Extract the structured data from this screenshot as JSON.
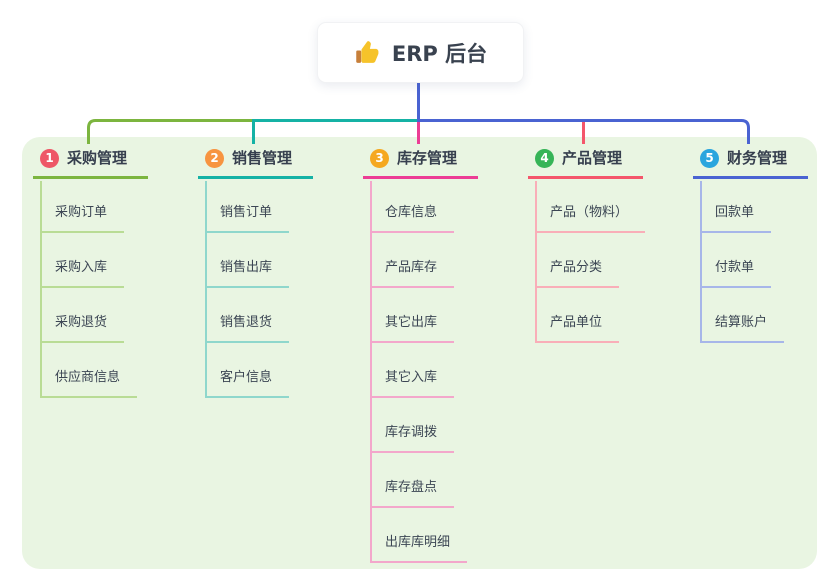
{
  "root": {
    "title": "ERP 后台",
    "icon": "thumbs-up-icon",
    "icon_color": "#f6c32a",
    "cuff_color": "#c77f3a"
  },
  "colors": {
    "canvas_bg": "#ffffff",
    "panel_bg": "#e9f5e2",
    "root_connector": "#4a63d2",
    "header_text": "#363f4e",
    "child_text": "#3c4654"
  },
  "branches": [
    {
      "badge": "1",
      "label": "采购管理",
      "badge_color": "#ee5767",
      "line_color": "#7cb53f",
      "light_color": "#b9dc95",
      "children": [
        "采购订单",
        "采购入库",
        "采购退货",
        "供应商信息"
      ]
    },
    {
      "badge": "2",
      "label": "销售管理",
      "badge_color": "#f79440",
      "line_color": "#15b2a5",
      "light_color": "#8fd7cc",
      "children": [
        "销售订单",
        "销售出库",
        "销售退货",
        "客户信息"
      ]
    },
    {
      "badge": "3",
      "label": "库存管理",
      "badge_color": "#f5a820",
      "line_color": "#ec3d95",
      "light_color": "#f3a7cb",
      "children": [
        "仓库信息",
        "产品库存",
        "其它出库",
        "其它入库",
        "库存调拨",
        "库存盘点",
        "出库库明细"
      ]
    },
    {
      "badge": "4",
      "label": "产品管理",
      "badge_color": "#36b457",
      "line_color": "#f4566b",
      "light_color": "#f9aeb8",
      "children": [
        "产品（物料）",
        "产品分类",
        "产品单位"
      ]
    },
    {
      "badge": "5",
      "label": "财务管理",
      "badge_color": "#2aa5de",
      "line_color": "#4a63d2",
      "light_color": "#a7b6e9",
      "children": [
        "回款单",
        "付款单",
        "结算账户"
      ]
    }
  ]
}
